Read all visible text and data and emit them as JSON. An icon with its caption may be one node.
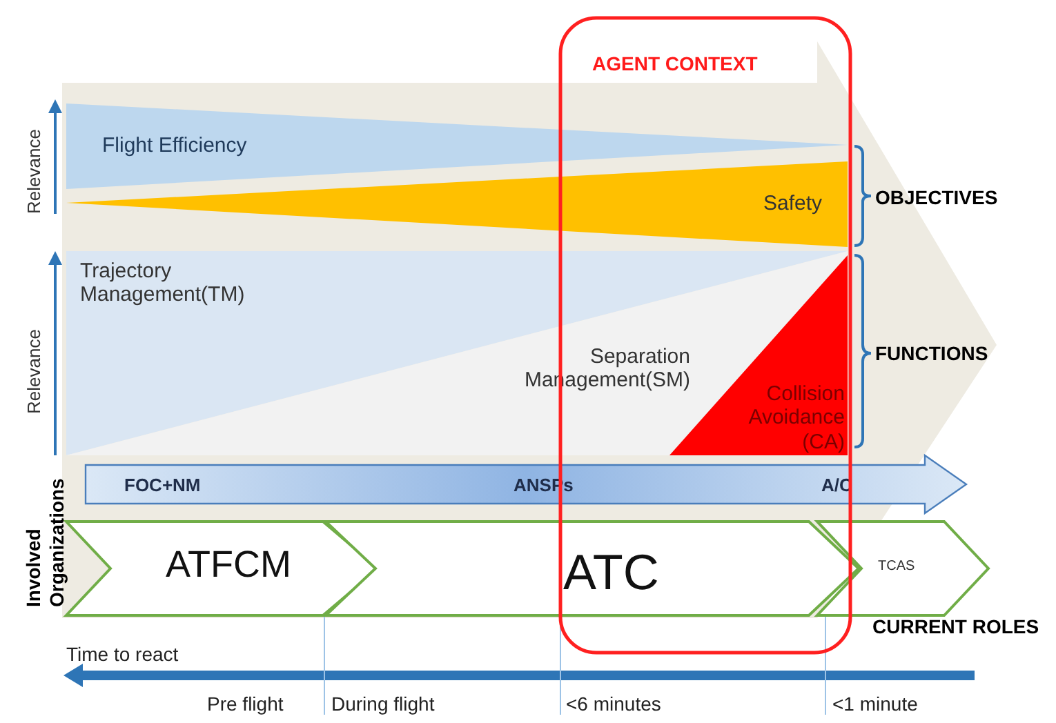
{
  "diagram": {
    "nodes": [
      {
        "text": [
          "AGENT CONTEXT"
        ]
      },
      {
        "text": [
          "Flight Efficiency"
        ]
      },
      {
        "text": [
          "Safety"
        ]
      },
      {
        "text": [
          "Trajectory Management(TM)"
        ]
      },
      {
        "text": [
          "Separation Management(SM)"
        ]
      },
      {
        "text": [
          "Collision Avoidance (CA)"
        ]
      },
      {
        "text": [
          "FOC+NM",
          "ANSPs",
          "A/C"
        ]
      },
      {
        "text": [
          "ATFCM"
        ]
      },
      {
        "text": [
          "ATC"
        ]
      },
      {
        "text": [
          "TCAS"
        ]
      }
    ],
    "labels": [
      "Relevance",
      "OBJECTIVES",
      "Relevance",
      "FUNCTIONS",
      "Involved Organizations",
      "CURRENT ROLES",
      "Time to react",
      "Pre flight",
      "During flight",
      "<6 minutes",
      "<1 minute"
    ]
  }
}
